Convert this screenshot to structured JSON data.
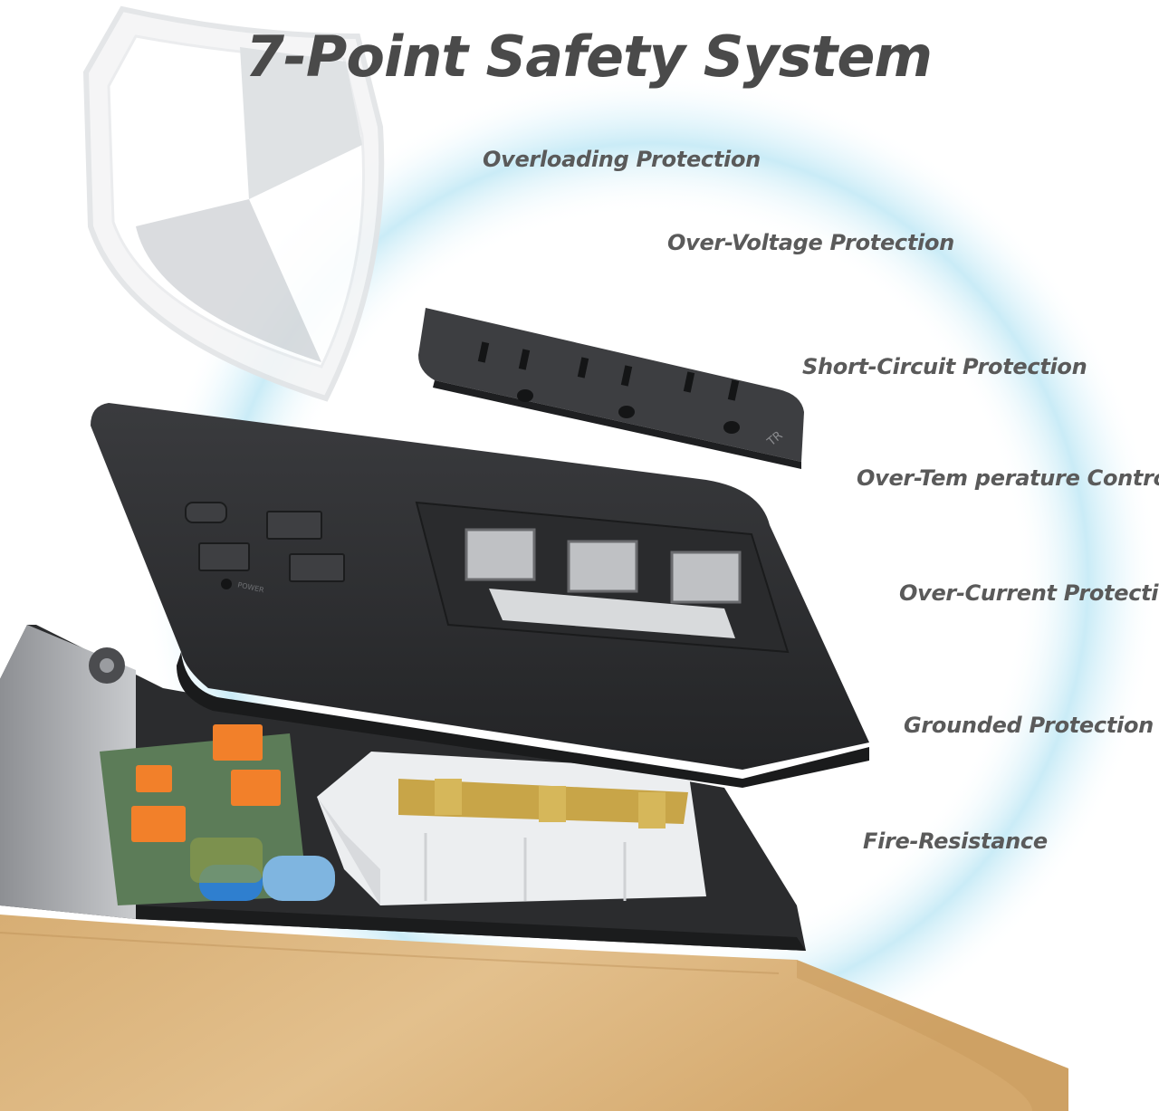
{
  "heading": "7-Point Safety System",
  "features": [
    "Overloading Protection",
    "Over-Voltage Protection",
    "Short-Circuit Protection",
    "Over-Tem perature Control",
    "Over-Current Protection",
    "Grounded Protection",
    "Fire-Resistance"
  ],
  "panel_marks": {
    "tr_mark": "TR",
    "power_label": "POWER"
  },
  "icons": [
    "shield-icon",
    "power-strip-exploded-view"
  ],
  "colors": {
    "heading": "#4a4a4a",
    "feature_text": "#5a5a5a",
    "glow": "#7fd0ea",
    "panel": "#2e2f31",
    "usb_port": "#f2802a",
    "wood": "#d9b37c"
  }
}
